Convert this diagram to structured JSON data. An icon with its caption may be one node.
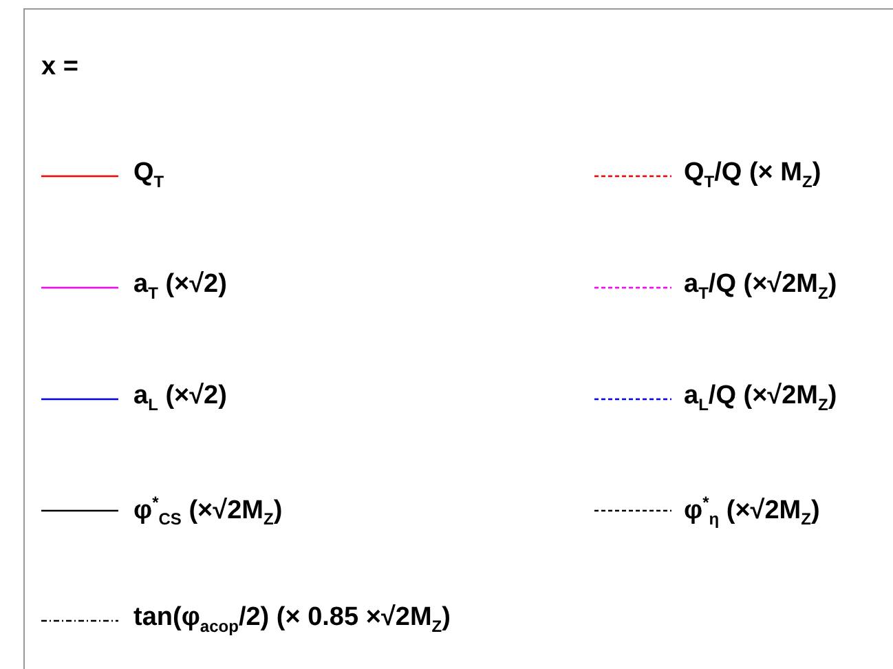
{
  "diagram": {
    "title": "x =",
    "legend": [
      {
        "text": "Q$_{T}$",
        "color": "#ff0000"
      },
      {
        "text": "Q$_{T}$/Q (× M$_{Z}$)",
        "color": "#ff0000"
      },
      {
        "text": "a$_{T}$ (×√2)",
        "color": "#ff00ff"
      },
      {
        "text": "a$_{T}$/Q (×√2M$_{Z}$)",
        "color": "#ff00ff"
      },
      {
        "text": "a$_{L}$ (×√2)",
        "color": "#0000ff"
      },
      {
        "text": "a$_{L}$/Q (×√2M$_{Z}$)",
        "color": "#0000ff"
      },
      {
        "text": "φ$^{*}$$_{CS}$ (×√2M$_{Z}$)",
        "color": "#000000"
      },
      {
        "text": "φ$^{*}$$_{η}$ (×√2M$_{Z}$)",
        "color": "#000000"
      },
      {
        "text": "tan(φ$_{acop}$/2) (× 0.85 ×√2M$_{Z}$)",
        "color": "#000000"
      }
    ]
  }
}
